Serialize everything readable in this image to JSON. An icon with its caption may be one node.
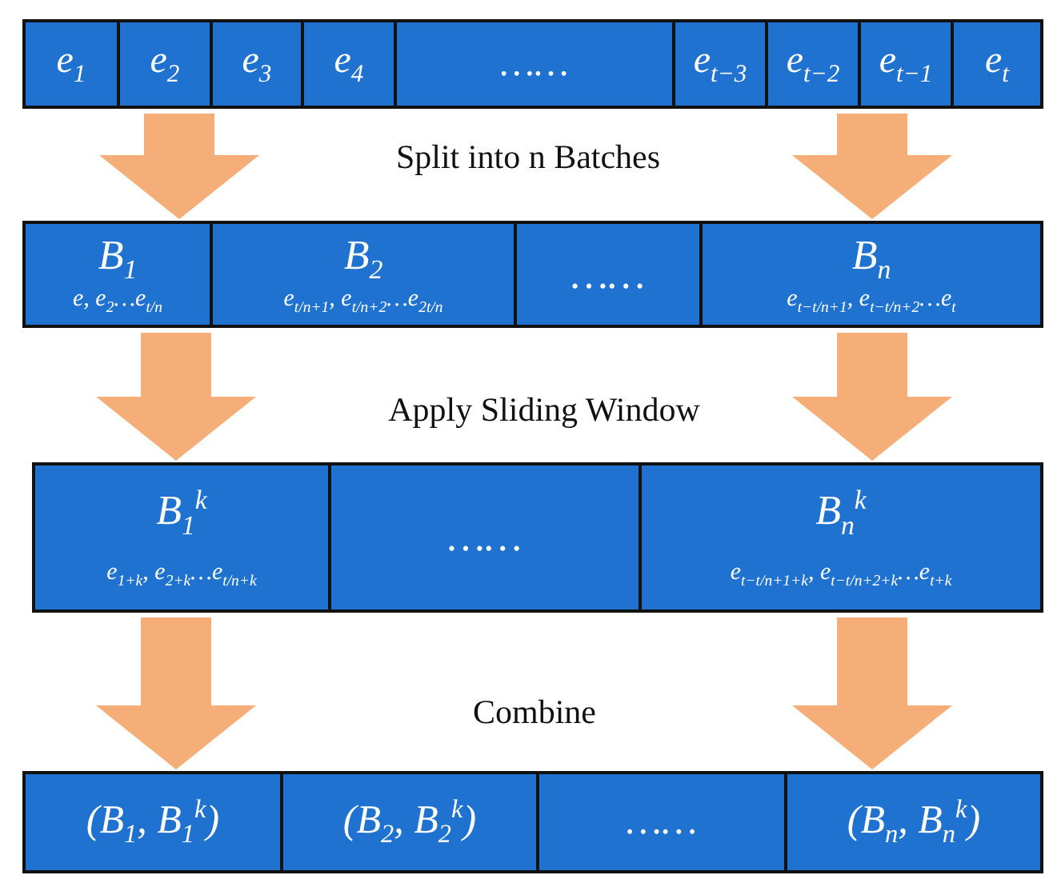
{
  "diagram": {
    "nodes": [
      {
        "text": [
          "e$_{1}$"
        ]
      },
      {
        "text": [
          "e$_{2}$"
        ]
      },
      {
        "text": [
          "e$_{3}$"
        ]
      },
      {
        "text": [
          "e$_{4}$"
        ]
      },
      {
        "text": [
          "……"
        ]
      },
      {
        "text": [
          "e$_{t−3}$"
        ]
      },
      {
        "text": [
          "e$_{t−2}$"
        ]
      },
      {
        "text": [
          "e$_{t−1}$"
        ]
      },
      {
        "text": [
          "e$_{t}$"
        ]
      },
      {
        "text": [
          "B$_{1}$",
          "e, e$_{2}$…e$_{t/n}$"
        ]
      },
      {
        "text": [
          "B$_{2}$",
          "e$_{t/n+1}$, e$_{t/n+2}$…e$_{2t/n}$"
        ]
      },
      {
        "text": [
          "……"
        ]
      },
      {
        "text": [
          "B$_{n}$",
          "e$_{t−t/n+1}$, e$_{t−t/n+2}$…e$_{t}$"
        ]
      },
      {
        "text": [
          "B$_{1}$$^{k}$",
          "e$_{1+k}$, e$_{2+k}$…e$_{t/n+k}$"
        ]
      },
      {
        "text": [
          "……"
        ]
      },
      {
        "text": [
          "B$_{n}$$^{k}$",
          "e$_{t−t/n+1+k}$, e$_{t−t/n+2+k}$…e$_{t+k}$"
        ]
      },
      {
        "text": [
          "(B$_{1}$, B$_{1}$$^{k}$)"
        ]
      },
      {
        "text": [
          "(B$_{2}$, B$_{2}$$^{k}$)"
        ]
      },
      {
        "text": [
          "……"
        ]
      },
      {
        "text": [
          "(B$_{n}$, B$_{n}$$^{k}$)"
        ]
      }
    ],
    "edges": [
      {
        "from": 1,
        "to": 9,
        "arrow": "to"
      },
      {
        "from": 7,
        "to": 12,
        "arrow": "to"
      },
      {
        "from": 9,
        "to": 13,
        "arrow": "to"
      },
      {
        "from": 12,
        "to": 15,
        "arrow": "to"
      },
      {
        "from": 13,
        "to": 16,
        "arrow": "to"
      },
      {
        "from": 15,
        "to": 19,
        "arrow": "to"
      }
    ],
    "labels": [
      "Split into n Batches",
      "Apply Sliding Window",
      "Combine"
    ]
  }
}
